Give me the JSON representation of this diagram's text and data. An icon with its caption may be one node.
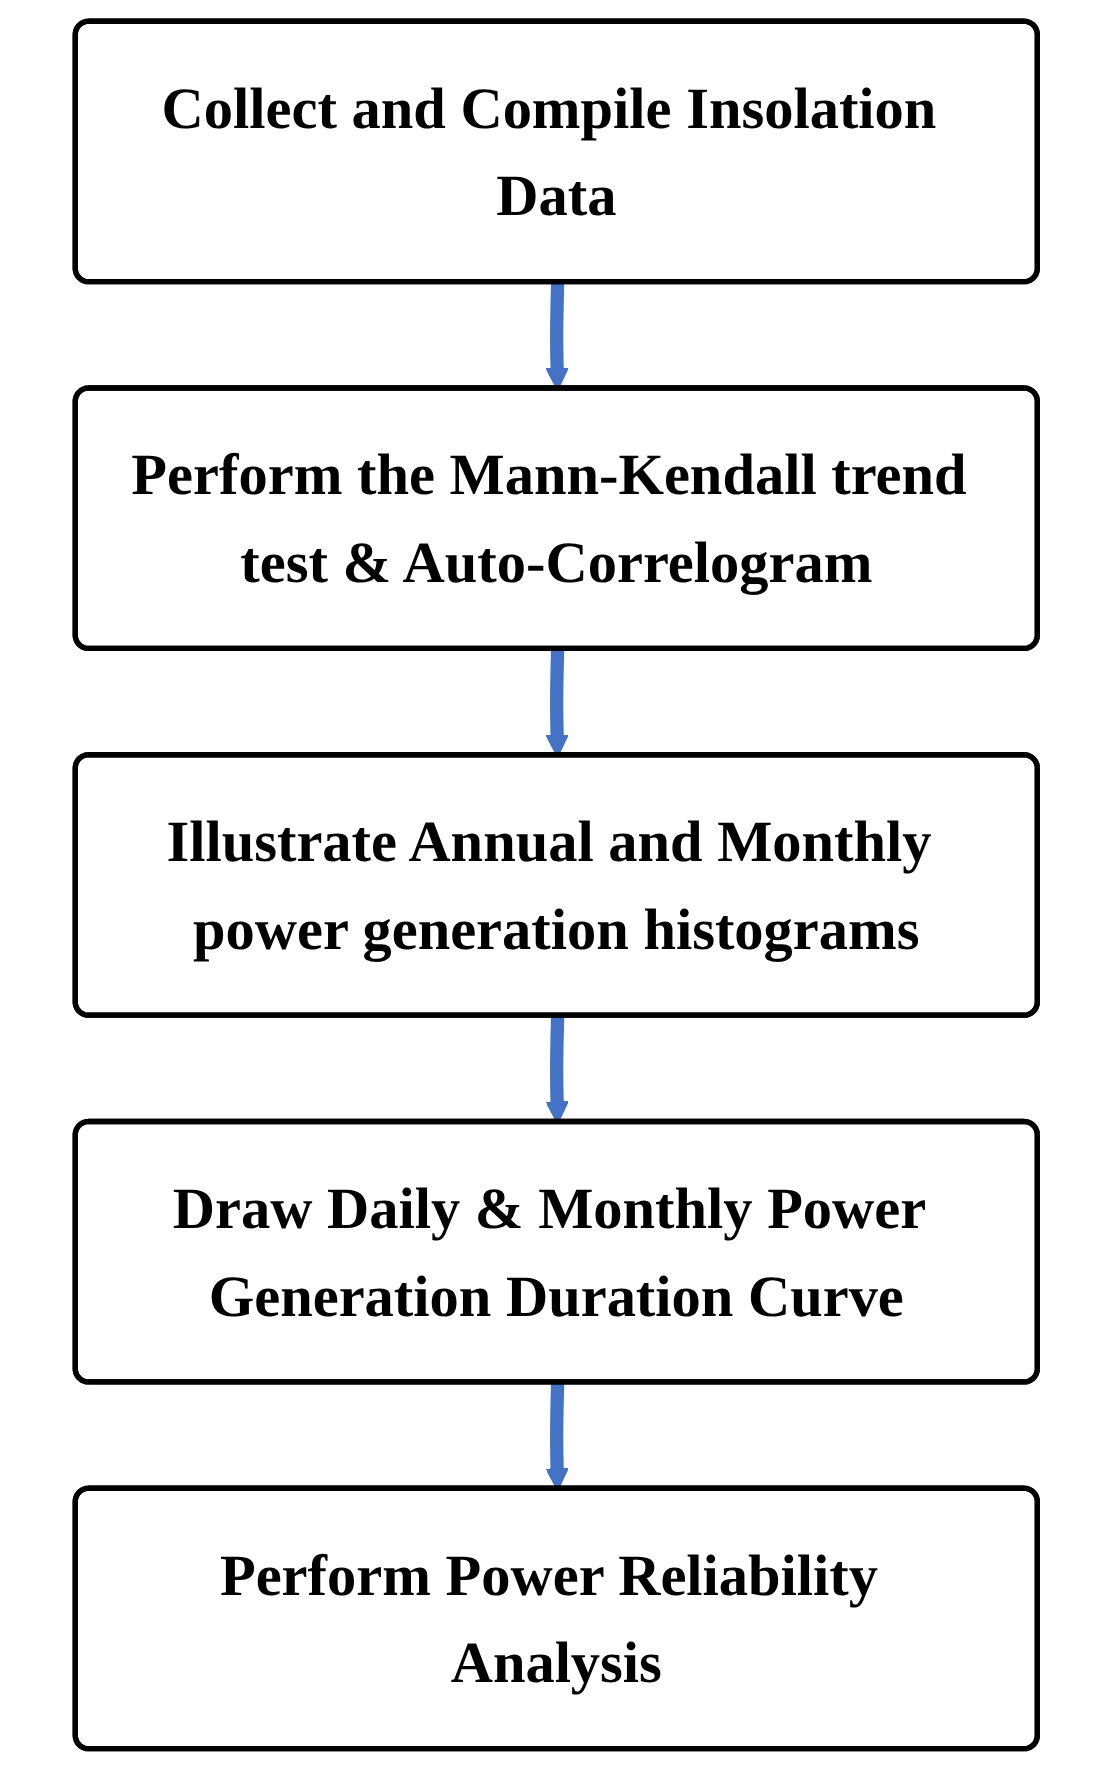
{
  "diagram": {
    "nodes": [
      {
        "text": [
          "Collect and Compile Insolation Data"
        ]
      },
      {
        "text": [
          "Perform the Mann-Kendall trend test & Auto-Correlogram"
        ]
      },
      {
        "text": [
          "Illustrate Annual and Monthly power generation histograms"
        ]
      },
      {
        "text": [
          "Draw Daily & Monthly Power Generation Duration Curve"
        ]
      },
      {
        "text": [
          "Perform Power Reliability Analysis"
        ]
      }
    ],
    "edges": [
      {
        "from": 0,
        "to": 1,
        "arrow": "to"
      },
      {
        "from": 1,
        "to": 2,
        "arrow": "to"
      },
      {
        "from": 2,
        "to": 3,
        "arrow": "to"
      },
      {
        "from": 3,
        "to": 4,
        "arrow": "to"
      }
    ]
  }
}
